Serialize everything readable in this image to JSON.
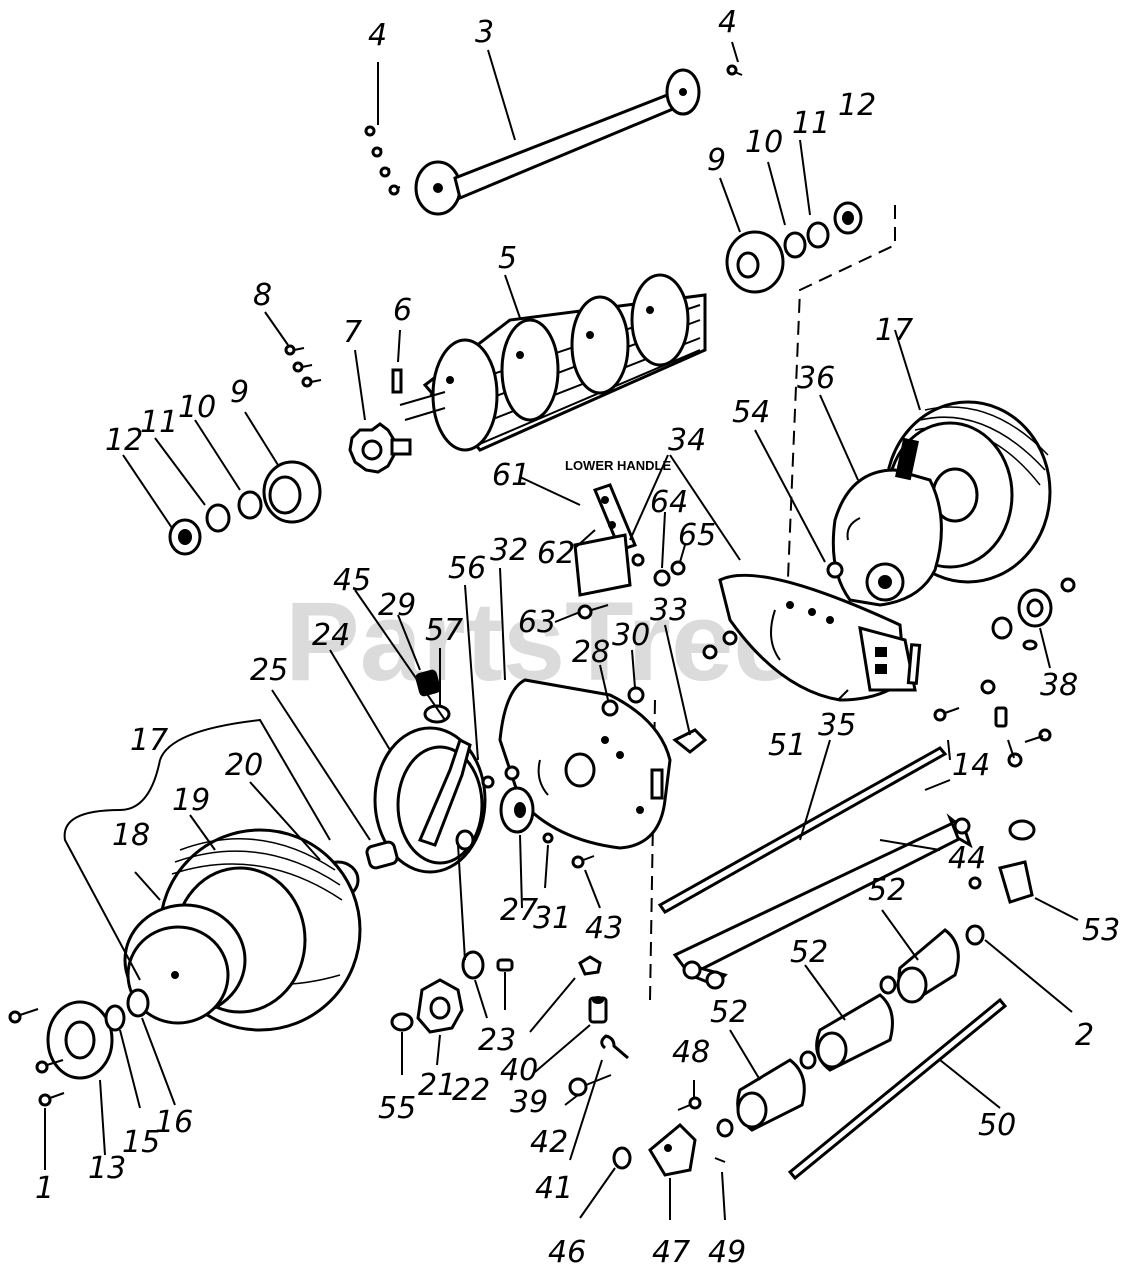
{
  "watermark": "PartsTree",
  "lower_handle_label": "LOWER HANDLE",
  "callouts": {
    "c1": "1",
    "c2": "2",
    "c3": "3",
    "c4a": "4",
    "c4b": "4",
    "c5": "5",
    "c6": "6",
    "c7": "7",
    "c8": "8",
    "c9a": "9",
    "c9b": "9",
    "c10a": "10",
    "c10b": "10",
    "c11a": "11",
    "c11b": "11",
    "c12a": "12",
    "c12b": "12",
    "c13": "13",
    "c14": "14",
    "c15": "15",
    "c16": "16",
    "c17a": "17",
    "c17b": "17",
    "c18": "18",
    "c19": "19",
    "c20": "20",
    "c21": "21",
    "c22": "22",
    "c23": "23",
    "c24": "24",
    "c25": "25",
    "c27": "27",
    "c28": "28",
    "c29": "29",
    "c30": "30",
    "c31": "31",
    "c32": "32",
    "c33": "33",
    "c34": "34",
    "c35": "35",
    "c36": "36",
    "c38": "38",
    "c39": "39",
    "c40": "40",
    "c41": "41",
    "c42": "42",
    "c43": "43",
    "c44": "44",
    "c45": "45",
    "c46": "46",
    "c47": "47",
    "c48": "48",
    "c49": "49",
    "c50": "50",
    "c51": "51",
    "c52a": "52",
    "c52b": "52",
    "c52c": "52",
    "c53": "53",
    "c54": "54",
    "c55": "55",
    "c56": "56",
    "c57": "57",
    "c61": "61",
    "c62": "62",
    "c63": "63",
    "c64": "64",
    "c65": "65"
  }
}
